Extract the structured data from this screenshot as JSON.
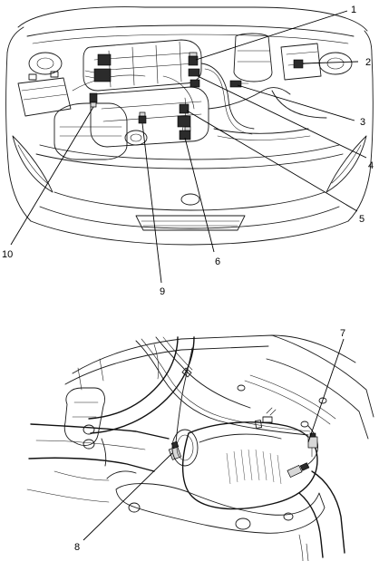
{
  "figure": {
    "callouts": [
      {
        "number": "1"
      },
      {
        "number": "2"
      },
      {
        "number": "3"
      },
      {
        "number": "4"
      },
      {
        "number": "5"
      },
      {
        "number": "6"
      },
      {
        "number": "7"
      },
      {
        "number": "8"
      },
      {
        "number": "9"
      },
      {
        "number": "10"
      }
    ]
  }
}
